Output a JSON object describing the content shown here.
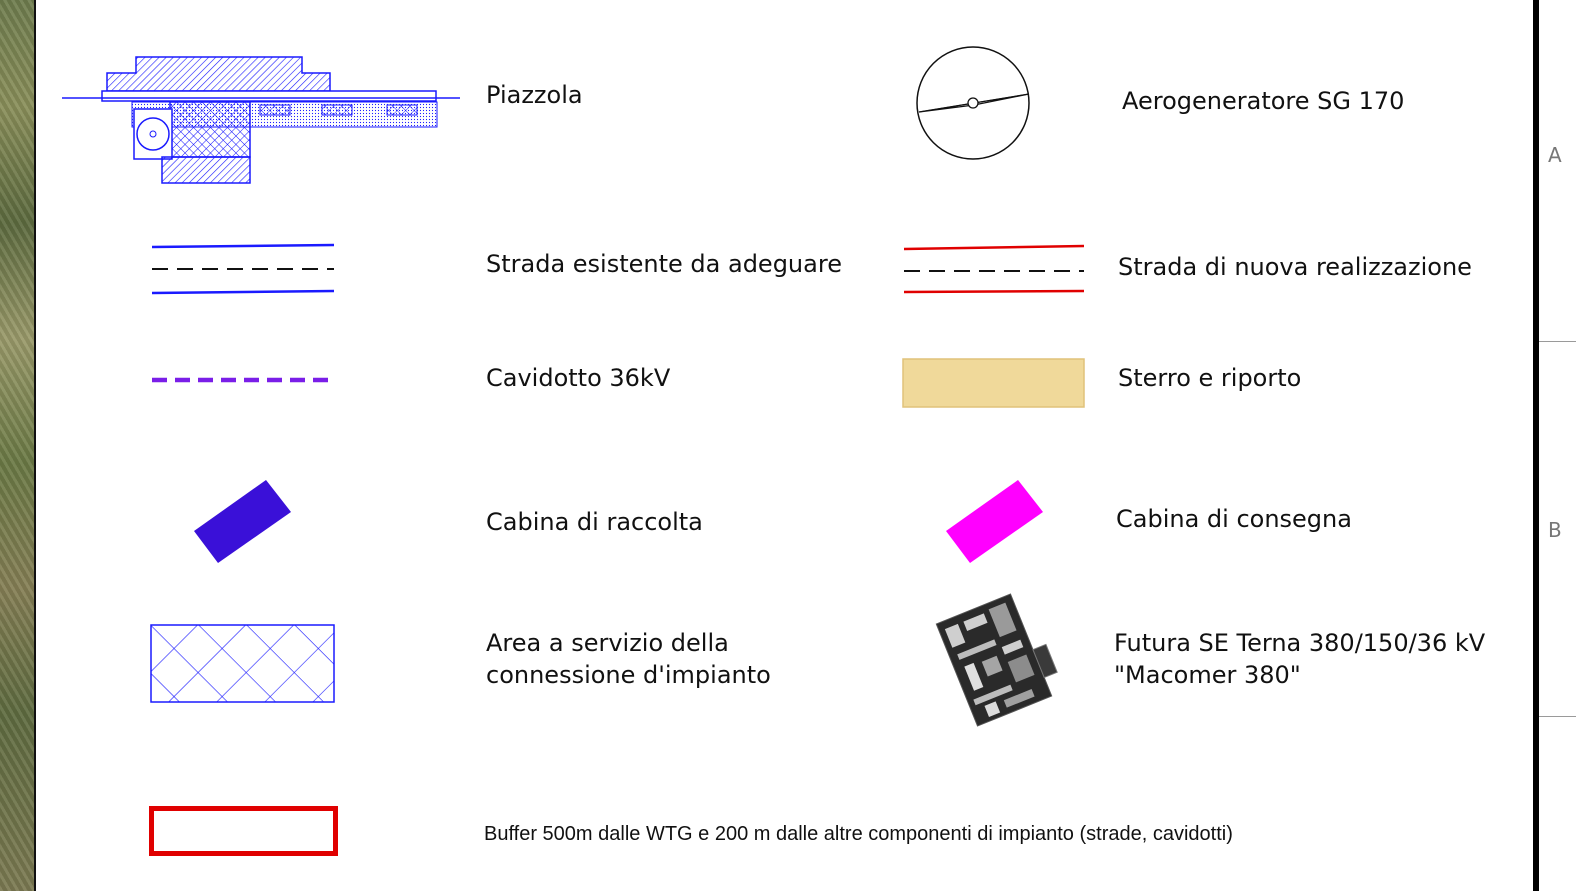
{
  "legend": {
    "piazzola": "Piazzola",
    "aerogeneratore": "Aerogeneratore SG 170",
    "strada_esistente": "Strada esistente da adeguare",
    "strada_nuova": "Strada di nuova realizzazione",
    "cavidotto": "Cavidotto 36kV",
    "sterro": "Sterro e riporto",
    "cabina_raccolta": "Cabina di raccolta",
    "cabina_consegna": "Cabina di consegna",
    "area_servizio_line1": "Area a servizio della",
    "area_servizio_line2": "connessione d'impianto",
    "futura_se_line1": "Futura SE Terna 380/150/36 kV",
    "futura_se_line2": "\"Macomer 380\"",
    "buffer": "Buffer 500m dalle WTG e 200 m dalle altre componenti di impianto (strade, cavidotti)"
  },
  "grid": {
    "row_a": "A",
    "row_b": "B"
  },
  "colors": {
    "blue": "#1a1aff",
    "red": "#e00000",
    "purple": "#7a1ee8",
    "sand": "#f0d99a",
    "cabina_raccolta": "#3a10d8",
    "cabina_consegna": "#ff00ff"
  }
}
